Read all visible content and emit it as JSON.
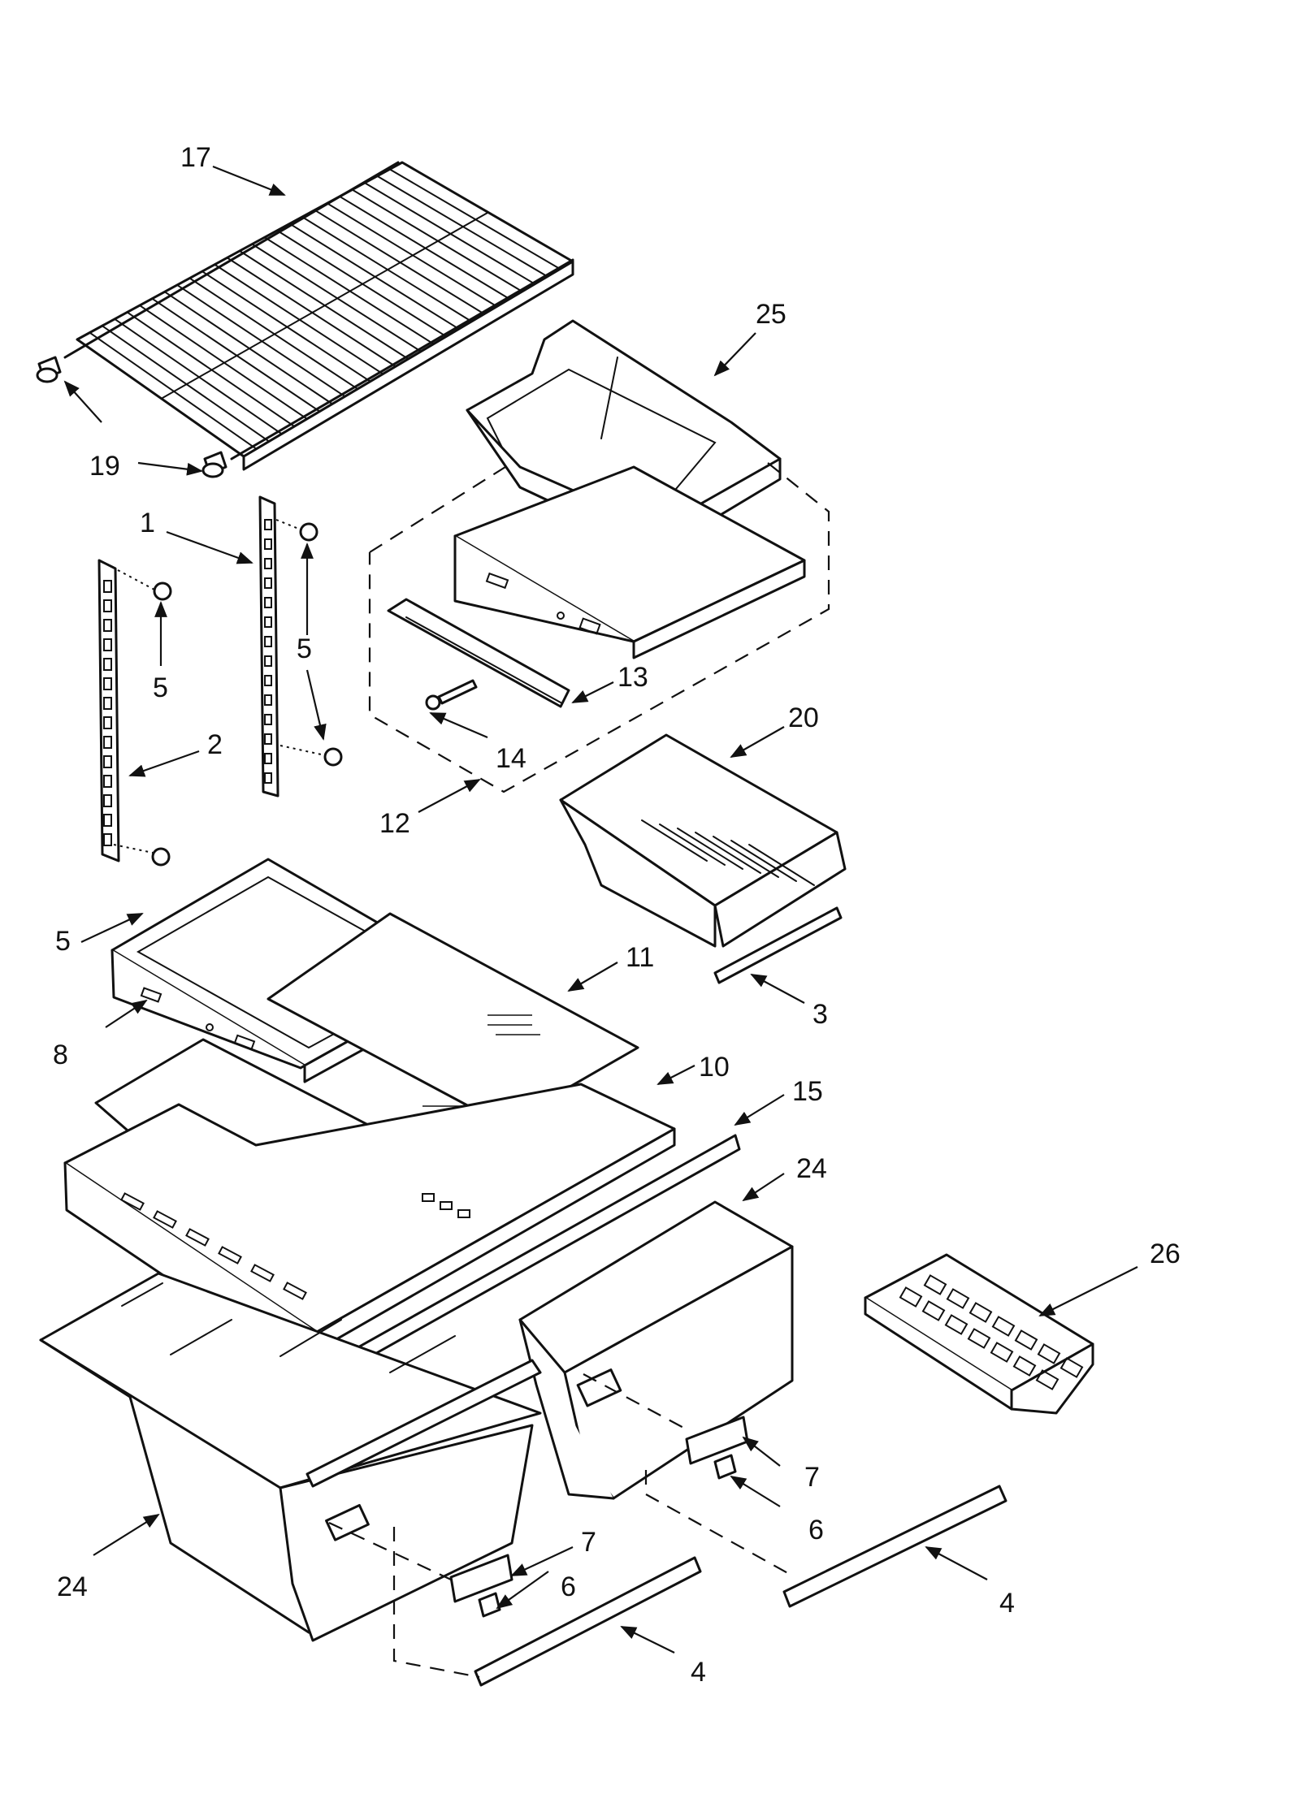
{
  "callouts": [
    {
      "id": "17",
      "text": "17"
    },
    {
      "id": "25",
      "text": "25"
    },
    {
      "id": "19",
      "text": "19"
    },
    {
      "id": "1",
      "text": "1"
    },
    {
      "id": "5a",
      "text": "5"
    },
    {
      "id": "5b",
      "text": "5"
    },
    {
      "id": "13",
      "text": "13"
    },
    {
      "id": "2",
      "text": "2"
    },
    {
      "id": "14",
      "text": "14"
    },
    {
      "id": "20",
      "text": "20"
    },
    {
      "id": "12",
      "text": "12"
    },
    {
      "id": "5c",
      "text": "5"
    },
    {
      "id": "11",
      "text": "11"
    },
    {
      "id": "3",
      "text": "3"
    },
    {
      "id": "8",
      "text": "8"
    },
    {
      "id": "10",
      "text": "10"
    },
    {
      "id": "15",
      "text": "15"
    },
    {
      "id": "24a",
      "text": "24"
    },
    {
      "id": "26",
      "text": "26"
    },
    {
      "id": "7a",
      "text": "7"
    },
    {
      "id": "6a",
      "text": "6"
    },
    {
      "id": "7b",
      "text": "7"
    },
    {
      "id": "6b",
      "text": "6"
    },
    {
      "id": "24b",
      "text": "24"
    },
    {
      "id": "4a",
      "text": "4"
    },
    {
      "id": "4b",
      "text": "4"
    }
  ]
}
